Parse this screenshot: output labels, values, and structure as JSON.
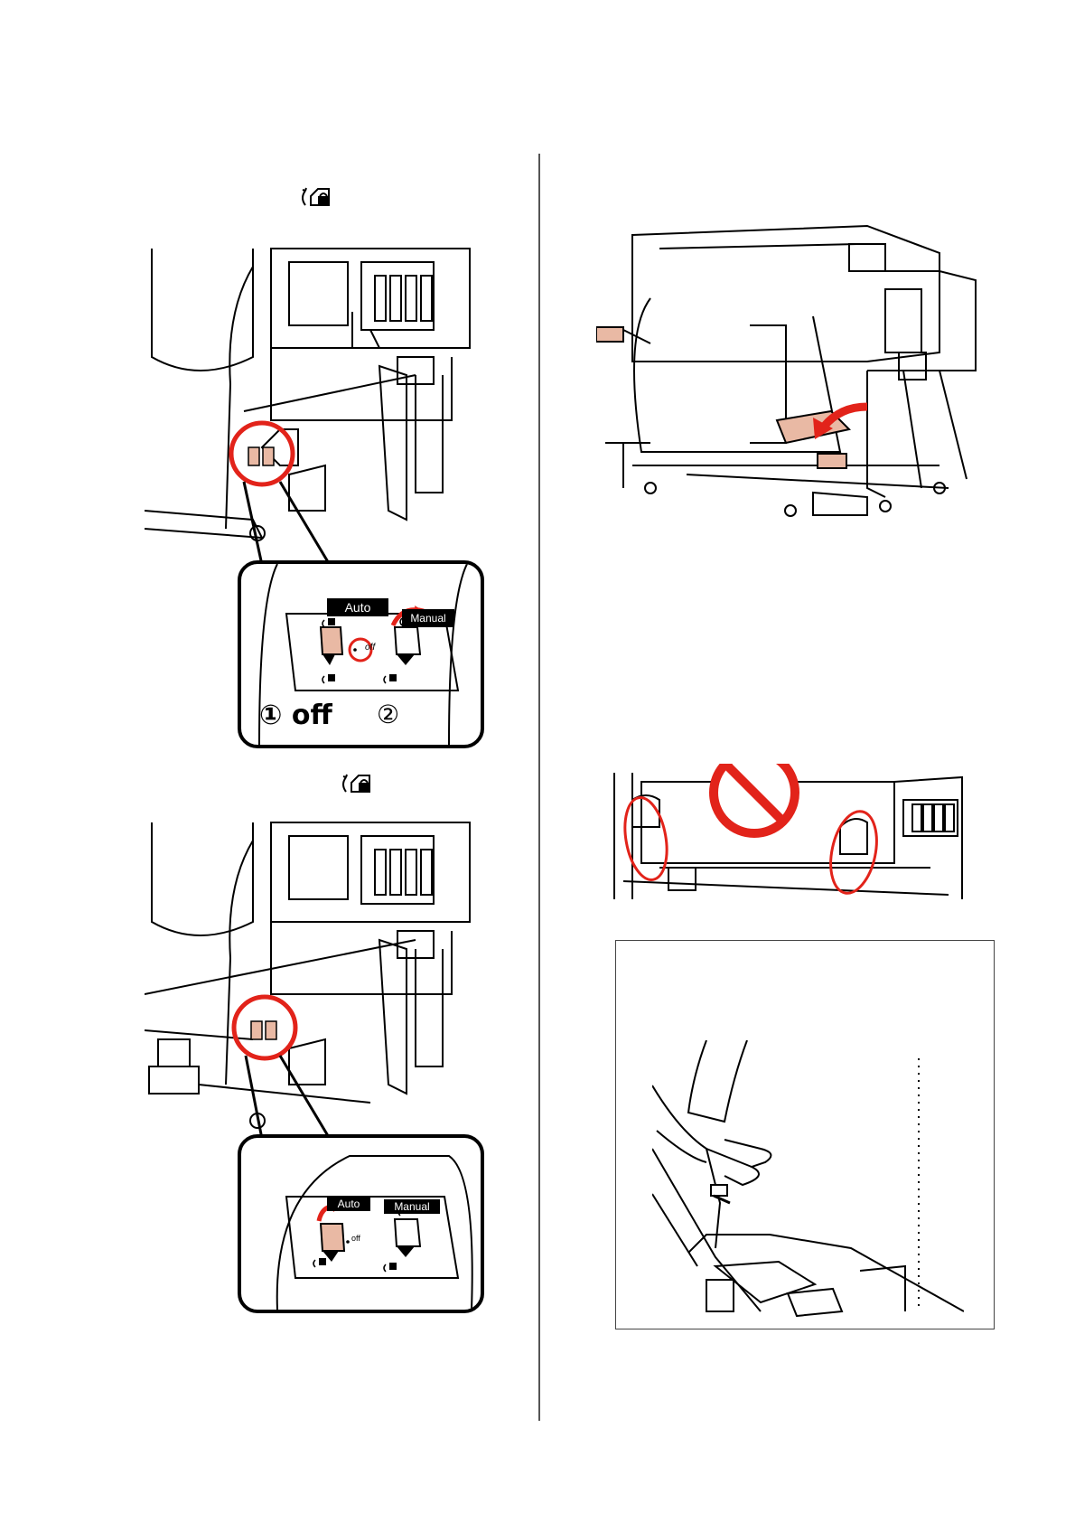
{
  "step1": {
    "icon": "takeup-forward-lock-icon",
    "inset": {
      "auto_label": "Auto",
      "manual_label": "Manual",
      "off_small": "off",
      "callout_1": "① off",
      "callout_2": "②"
    }
  },
  "step2": {
    "icon": "takeup-forward-lock-icon",
    "inset": {
      "auto_label": "Auto",
      "manual_label": "Manual",
      "off_small": "off"
    }
  },
  "colors": {
    "highlight_red": "#e2231a",
    "media_tan": "#e9b9a4",
    "line": "#000000"
  }
}
